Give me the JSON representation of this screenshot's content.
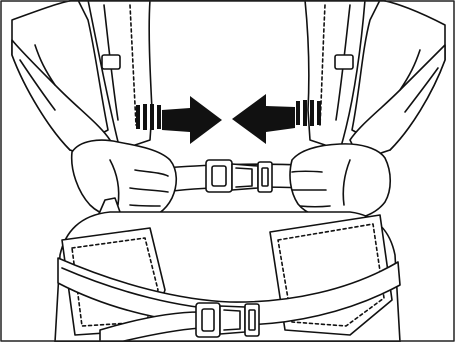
{
  "figure": {
    "subject": "harness-fitting-illustration",
    "style": "black-and-white line drawing",
    "colors": {
      "line": "#111111",
      "fill": "#ffffff",
      "arrow": "#111111",
      "border": "#222222"
    },
    "arrows": {
      "left_direction": "right",
      "right_direction": "left"
    },
    "icons": [
      "chest-strap-buckle-icon",
      "waist-belt-buckle-icon",
      "arrow-right-icon",
      "arrow-left-icon"
    ]
  }
}
